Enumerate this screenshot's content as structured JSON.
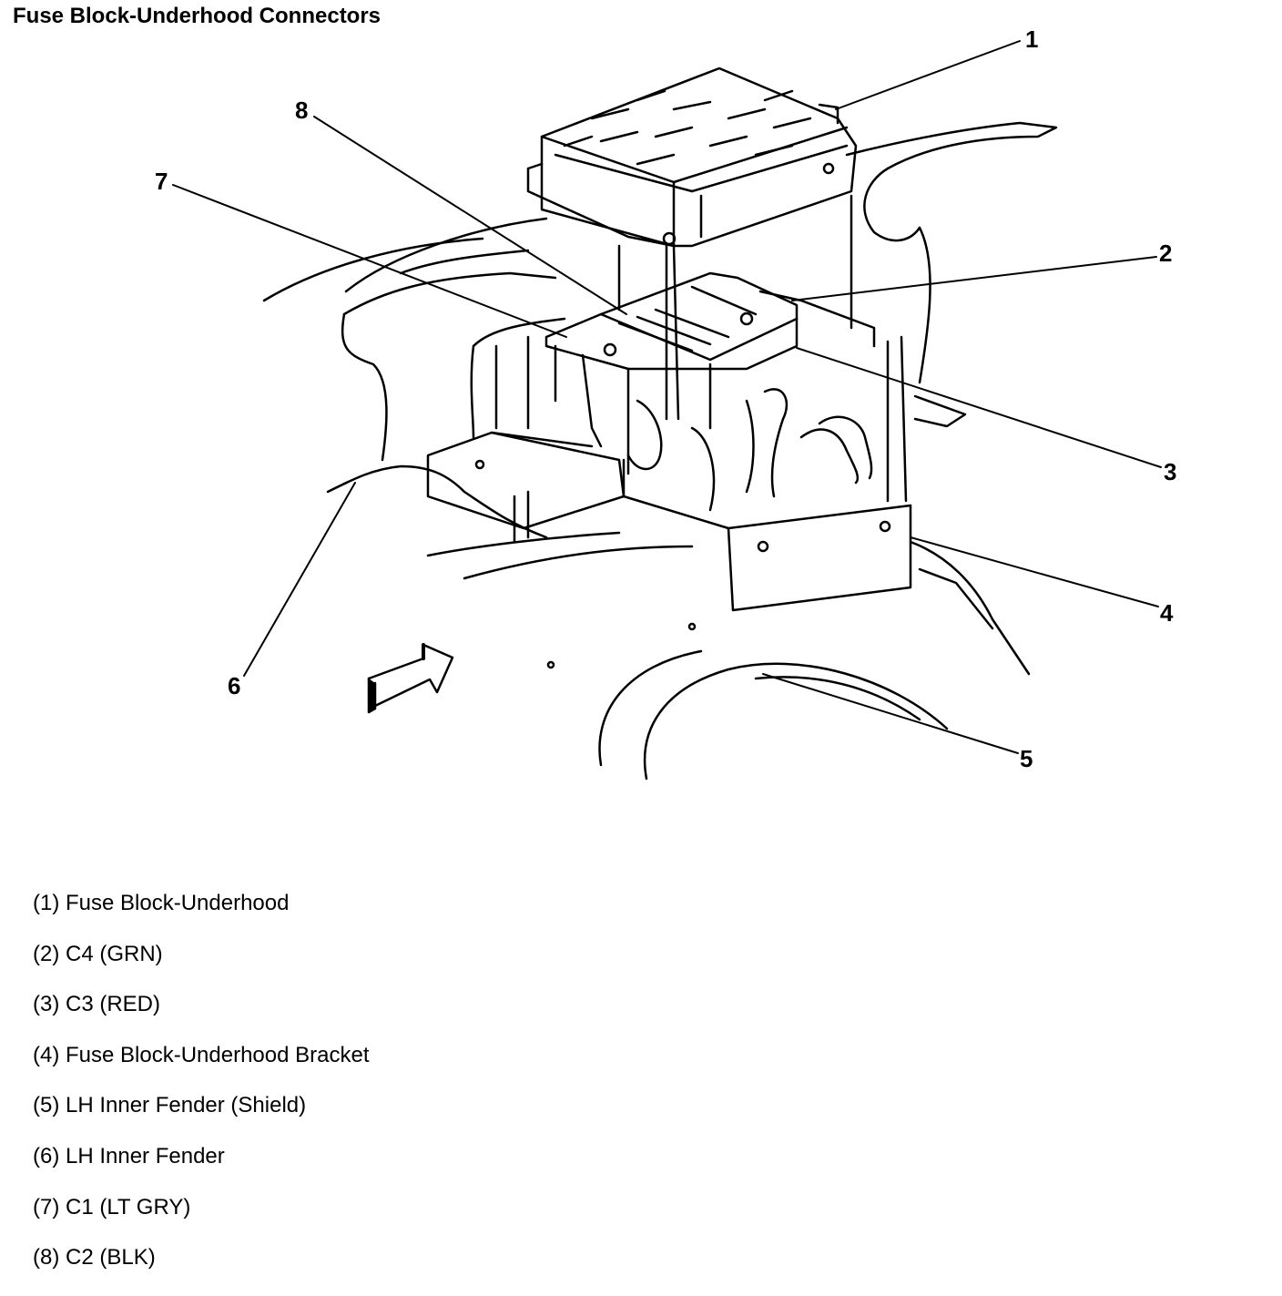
{
  "title": "Fuse Block-Underhood Connectors",
  "callouts": [
    "1",
    "2",
    "3",
    "4",
    "5",
    "6",
    "7",
    "8"
  ],
  "legend": [
    "(1) Fuse Block-Underhood",
    "(2) C4 (GRN)",
    "(3) C3 (RED)",
    "(4) Fuse Block-Underhood Bracket",
    "(5) LH Inner Fender (Shield)",
    "(6) LH Inner Fender",
    "(7) C1 (LT GRY)",
    "(8) C2 (BLK)"
  ]
}
